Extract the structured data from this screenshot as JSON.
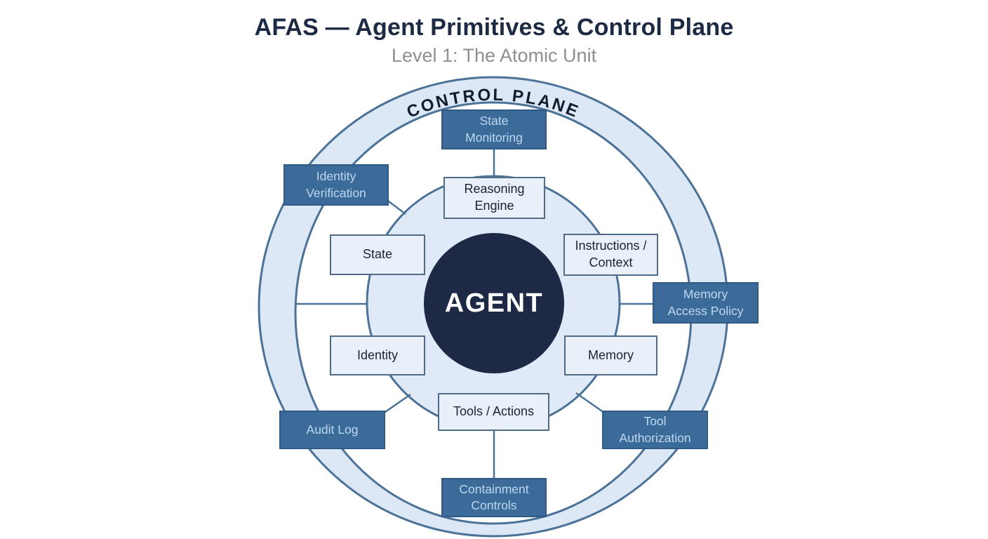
{
  "header": {
    "title": "AFAS — Agent Primitives & Control Plane",
    "subtitle": "Level 1: The Atomic Unit"
  },
  "diagram": {
    "ring_label": "CONTROL PLANE",
    "agent_label": "AGENT",
    "primitives": [
      {
        "id": "reasoning-engine",
        "label": "Reasoning Engine"
      },
      {
        "id": "state",
        "label": "State"
      },
      {
        "id": "instructions-context",
        "label": "Instructions / Context"
      },
      {
        "id": "identity",
        "label": "Identity"
      },
      {
        "id": "memory",
        "label": "Memory"
      },
      {
        "id": "tools-actions",
        "label": "Tools / Actions"
      }
    ],
    "controls": [
      {
        "id": "state-monitoring",
        "label": "State Monitoring"
      },
      {
        "id": "identity-verification",
        "label": "Identity Verification"
      },
      {
        "id": "memory-access-policy",
        "label": "Memory Access Policy"
      },
      {
        "id": "audit-log",
        "label": "Audit Log"
      },
      {
        "id": "tool-authorization",
        "label": "Tool Authorization"
      },
      {
        "id": "containment-controls",
        "label": "Containment Controls"
      }
    ],
    "colors": {
      "control_box_fill": "#3d6b99",
      "control_box_border": "#2f5a85",
      "control_box_text": "#bcd8f2",
      "primitive_box_fill": "#e9f0fa",
      "primitive_box_border": "#4f6b88",
      "primitive_box_text": "#1a2433",
      "ring_fill": "#dce8f6",
      "inner_disk_fill": "#dfe9f7",
      "line_stroke": "#4c7298",
      "agent_fill": "#1e2945",
      "agent_text": "#ffffff",
      "title_color": "#1c2a44",
      "subtitle_color": "#8f8f8f"
    }
  }
}
